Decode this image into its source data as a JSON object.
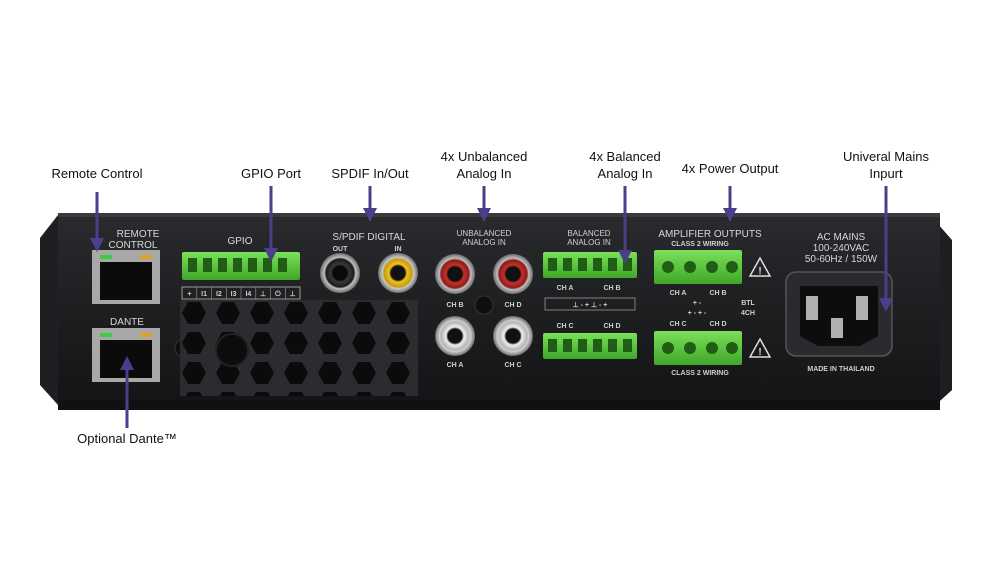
{
  "callouts": {
    "remote_control": "Remote Control",
    "gpio_port": "GPIO Port",
    "spdif_inout": "SPDIF In/Out",
    "unbalanced_line1": "4x Unbalanced",
    "unbalanced_line2": "Analog In",
    "balanced_line1": "4x Balanced",
    "balanced_line2": "Analog In",
    "power_output": "4x Power Output",
    "mains_line1": "Univeral Mains",
    "mains_line2": "Inpurt",
    "optional_dante": "Optional Dante™"
  },
  "panel": {
    "remote_control_line1": "REMOTE",
    "remote_control_line2": "CONTROL",
    "dante": "DANTE",
    "gpio": "GPIO",
    "gpio_pins": [
      "+",
      "I1",
      "I2",
      "I3",
      "I4",
      "⊥",
      "⏻",
      "⊥"
    ],
    "spdif_title": "S/PDIF DIGITAL",
    "spdif_out": "OUT",
    "spdif_in": "IN",
    "unbalanced_line1": "UNBALANCED",
    "unbalanced_line2": "ANALOG IN",
    "ch_b": "CH B",
    "ch_d": "CH D",
    "ch_a": "CH A",
    "ch_c": "CH C",
    "balanced_line1": "BALANCED",
    "balanced_line2": "ANALOG IN",
    "bal_top_ch_a": "CH A",
    "bal_top_ch_b": "CH B",
    "bal_signs": "⊥ -  + ⊥  -  +",
    "bal_bottom_ch_c": "CH C",
    "bal_bottom_ch_d": "CH D",
    "amp_title": "AMPLIFIER OUTPUTS",
    "class2_top": "CLASS 2 WIRING",
    "amp_ch_a": "CH A",
    "amp_ch_b": "CH B",
    "btl_signs": "+           -",
    "btl": "BTL",
    "ch4_signs": "+    -    +    -",
    "ch4": "4CH",
    "amp_ch_c": "CH C",
    "amp_ch_d": "CH D",
    "class2_bottom": "CLASS 2 WIRING",
    "ac_line1": "AC MAINS",
    "ac_line2": "100-240VAC",
    "ac_line3": "50-60Hz / 150W",
    "made_in": "MADE IN THAILAND"
  },
  "colors": {
    "callout_arrow": "#4a3f8c",
    "terminal_green": "#5fcf3e",
    "chassis": "#1c1d1f"
  }
}
